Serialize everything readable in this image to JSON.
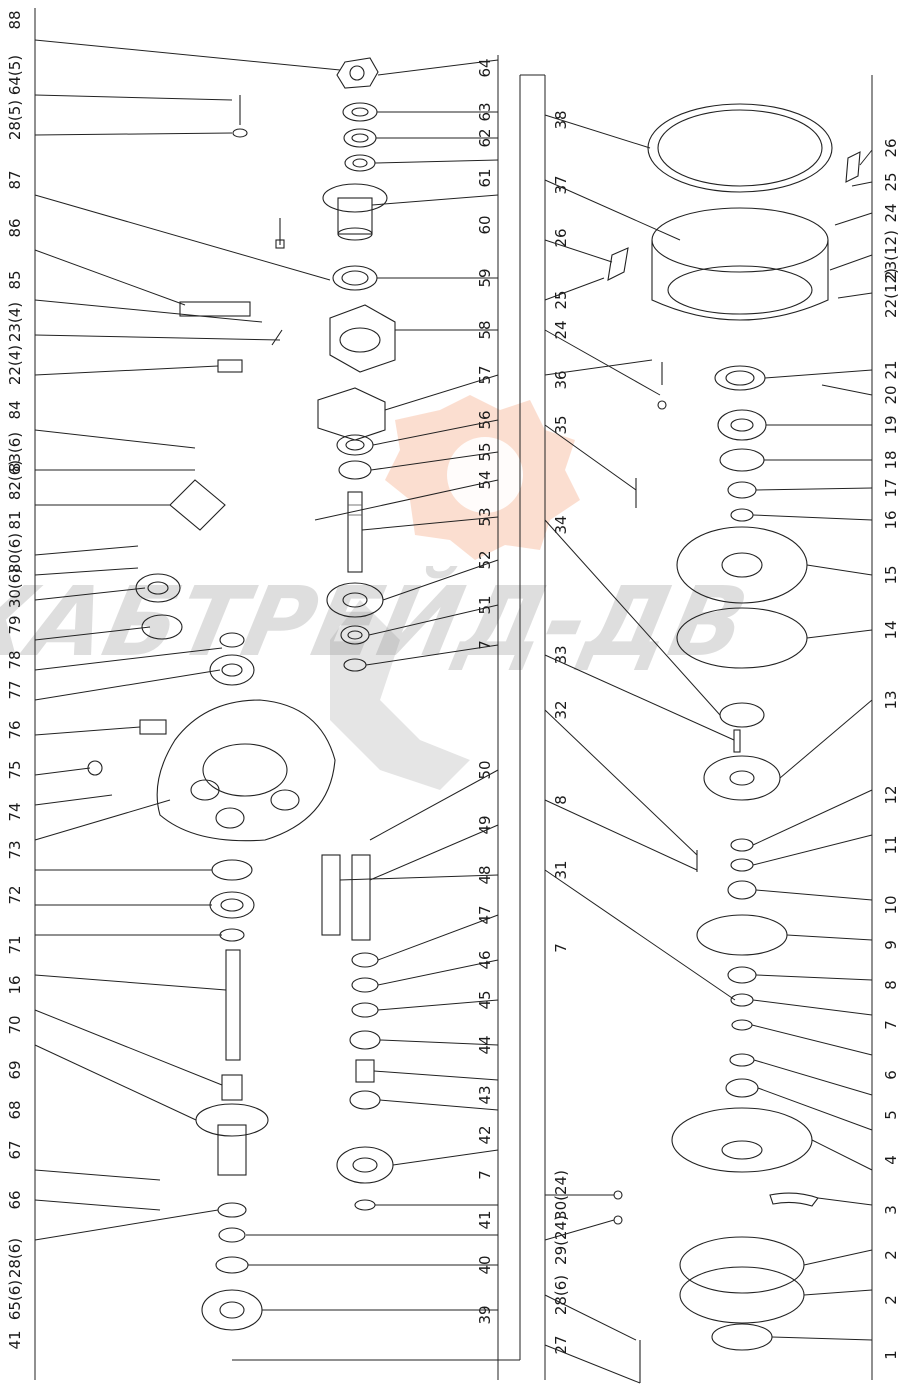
{
  "watermark": {
    "text": "ХАБТРЕЙД-ДВ",
    "accent": "#ef6a2a",
    "gray": "#8a8a8a"
  },
  "left_column": {
    "callouts": [
      "88",
      "64(5)",
      "28(5)",
      "87",
      "86",
      "85",
      "23(4)",
      "22(4)",
      "84",
      "83(6)",
      "82(6)",
      "81",
      "80(6)",
      "30(6)",
      "79",
      "78",
      "77",
      "76",
      "75",
      "74",
      "73",
      "72",
      "71",
      "16",
      "70",
      "69",
      "68",
      "67",
      "66",
      "28(6)",
      "65(6)",
      "41"
    ]
  },
  "center_column": {
    "callouts": [
      "64",
      "63",
      "62",
      "61",
      "60",
      "59",
      "58",
      "57",
      "56",
      "55",
      "54",
      "53",
      "52",
      "51",
      "7",
      "50",
      "49",
      "48",
      "47",
      "46",
      "45",
      "44",
      "43",
      "42",
      "7",
      "41",
      "40",
      "39"
    ]
  },
  "center_right_column": {
    "callouts": [
      "38",
      "37",
      "26",
      "25",
      "24",
      "36",
      "35",
      "34",
      "33",
      "32",
      "8",
      "31",
      "7",
      "30(24)",
      "29(24)",
      "28(6)",
      "27"
    ]
  },
  "right_column": {
    "callouts": [
      "26",
      "25",
      "24",
      "23(12)",
      "22(12)",
      "21",
      "20",
      "19",
      "18",
      "17",
      "16",
      "15",
      "14",
      "13",
      "12",
      "11",
      "10",
      "9",
      "8",
      "7",
      "6",
      "5",
      "4",
      "3",
      "2",
      "2",
      "1"
    ]
  }
}
